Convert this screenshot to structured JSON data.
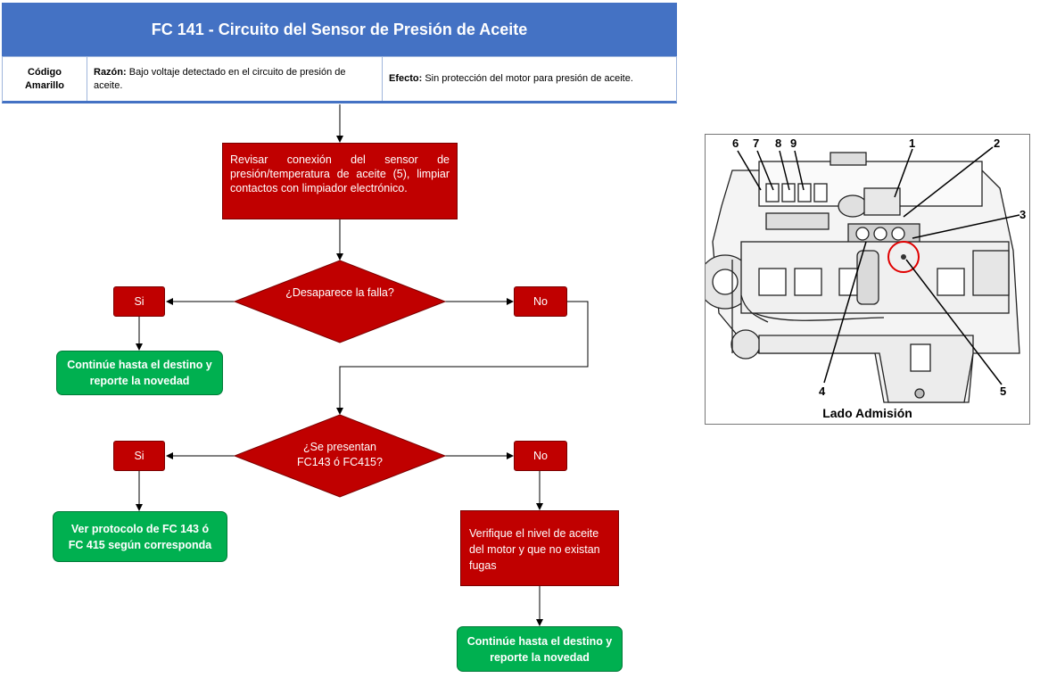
{
  "header": {
    "title": "FC 141 - Circuito del Sensor de Presión de Aceite",
    "code_label": "Código Amarillo",
    "reason_label": "Razón:",
    "reason_text": " Bajo voltaje detectado en el circuito de presión de aceite.",
    "effect_label": "Efecto:",
    "effect_text": " Sin protección del motor para presión de aceite."
  },
  "flow": {
    "step1": "Revisar conexión del sensor de presión/temperatura de aceite (5), limpiar contactos con limpiador electrónico.",
    "decision1": "¿Desaparece la falla?",
    "yes1": "Si",
    "no1": "No",
    "continue1": "Continúe hasta el destino y reporte la novedad",
    "decision2": "¿Se presentan FC143 ó FC415?",
    "yes2": "Si",
    "no2": "No",
    "see_protocol": "Ver protocolo de FC 143 ó FC 415 según corresponda",
    "check_oil": "Verifique el nivel de aceite del motor y que no existan fugas",
    "continue2": "Continúe hasta el destino y reporte la novedad"
  },
  "figure": {
    "caption": "Lado Admisión",
    "callouts": [
      "1",
      "2",
      "3",
      "4",
      "5",
      "6",
      "7",
      "8",
      "9"
    ]
  },
  "colors": {
    "header_blue": "#4472c4",
    "code_yellow": "#f0b400",
    "action_red": "#c00000",
    "ok_green": "#00b050"
  }
}
